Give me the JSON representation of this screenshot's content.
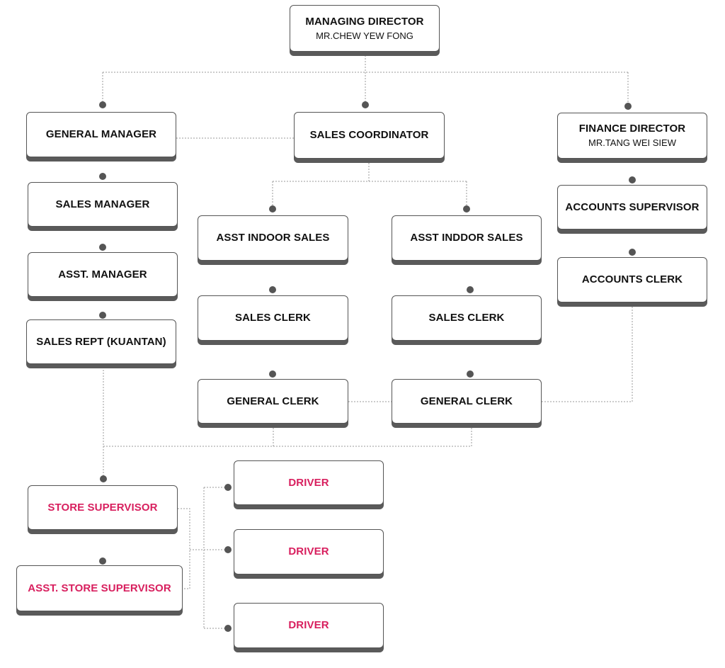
{
  "nodes": {
    "managing_director": {
      "title": "MANAGING DIRECTOR",
      "name": "MR.CHEW YEW FONG"
    },
    "general_manager": {
      "title": "GENERAL MANAGER"
    },
    "sales_coordinator": {
      "title": "SALES COORDINATOR"
    },
    "finance_director": {
      "title": "FINANCE DIRECTOR",
      "name": "MR.TANG WEI SIEW"
    },
    "sales_manager": {
      "title": "SALES MANAGER"
    },
    "asst_manager": {
      "title": "ASST. MANAGER"
    },
    "sales_rept": {
      "title": "SALES REPT (KUANTAN)"
    },
    "asst_indoor_sales_1": {
      "title": "ASST INDOOR SALES"
    },
    "asst_indoor_sales_2": {
      "title": "ASST INDDOR SALES"
    },
    "sales_clerk_1": {
      "title": "SALES CLERK"
    },
    "sales_clerk_2": {
      "title": "SALES CLERK"
    },
    "general_clerk_1": {
      "title": "GENERAL CLERK"
    },
    "general_clerk_2": {
      "title": "GENERAL CLERK"
    },
    "accounts_supervisor": {
      "title": "ACCOUNTS SUPERVISOR"
    },
    "accounts_clerk": {
      "title": "ACCOUNTS CLERK"
    },
    "store_supervisor": {
      "title": "STORE SUPERVISOR"
    },
    "asst_store_supervisor": {
      "title": "ASST. STORE SUPERVISOR"
    },
    "driver_1": {
      "title": "DRIVER"
    },
    "driver_2": {
      "title": "DRIVER"
    },
    "driver_3": {
      "title": "DRIVER"
    }
  },
  "colors": {
    "accent": "#d81f5e",
    "text": "#111111",
    "shadow": "#5a5a5a"
  }
}
